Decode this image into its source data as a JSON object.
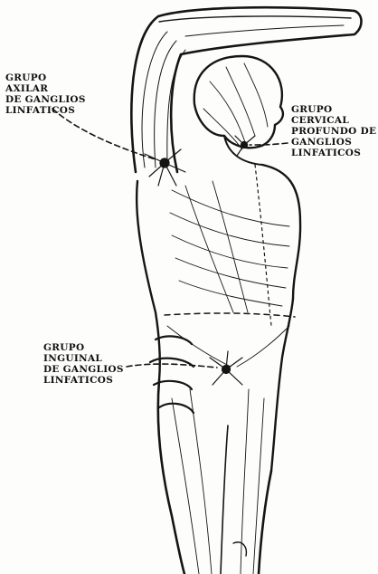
{
  "labels": {
    "axillary": "GRUPO\nAXILAR\nDE GANGLIOS\nLINFATICOS",
    "cervical": "GRUPO\nCERVICAL\nPROFUNDO DE\nGANGLIOS\nLINFATICOS",
    "inguinal": "GRUPO\nINGUINAL\nDE GANGLIOS\nLINFATICOS"
  },
  "colors": {
    "ink": "#111111",
    "paper": "#fdfdfb"
  }
}
